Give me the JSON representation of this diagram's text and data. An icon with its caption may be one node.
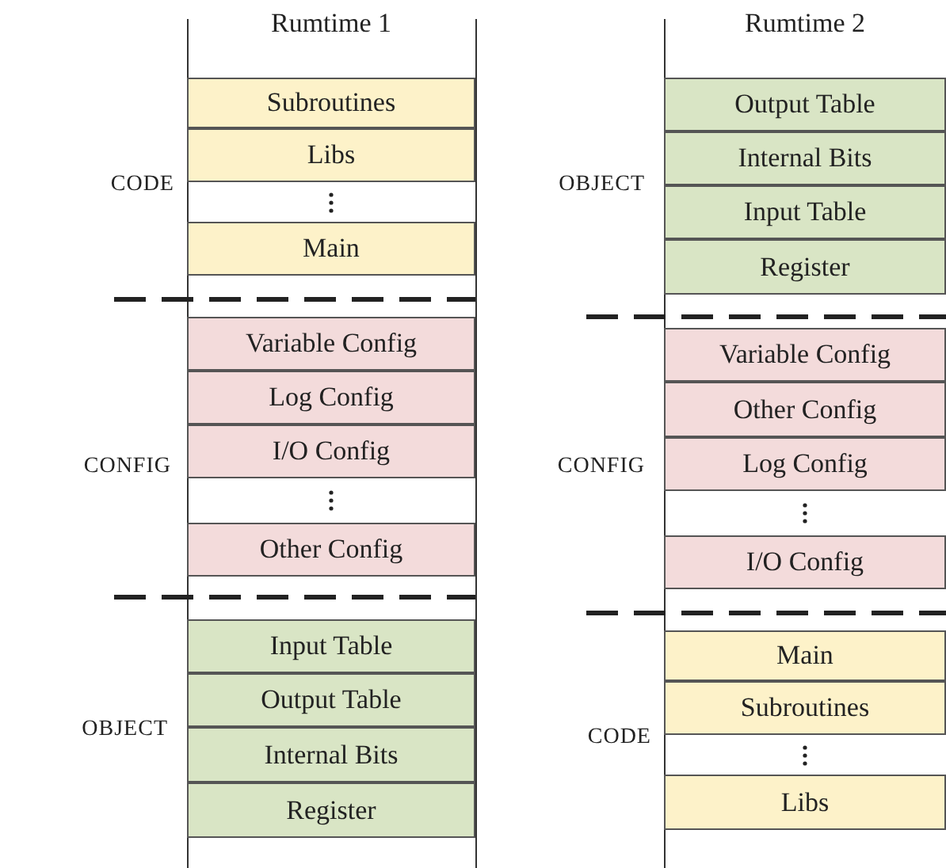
{
  "diagram": {
    "nodes": [
      {
        "text": [
          "Subroutines"
        ]
      },
      {
        "text": [
          "Libs"
        ]
      },
      {
        "text": [
          "Main"
        ]
      },
      {
        "text": [
          "Variable Config"
        ]
      },
      {
        "text": [
          "Log Config"
        ]
      },
      {
        "text": [
          "I/O Config"
        ]
      },
      {
        "text": [
          "Other Config"
        ]
      },
      {
        "text": [
          "Input Table"
        ]
      },
      {
        "text": [
          "Output Table"
        ]
      },
      {
        "text": [
          "Internal Bits"
        ]
      },
      {
        "text": [
          "Register"
        ]
      },
      {
        "text": [
          "Output Table"
        ]
      },
      {
        "text": [
          "Internal Bits"
        ]
      },
      {
        "text": [
          "Input Table"
        ]
      },
      {
        "text": [
          "Register"
        ]
      },
      {
        "text": [
          "Variable Config"
        ]
      },
      {
        "text": [
          "Other Config"
        ]
      },
      {
        "text": [
          "Log Config"
        ]
      },
      {
        "text": [
          "I/O Config"
        ]
      },
      {
        "text": [
          "Main"
        ]
      },
      {
        "text": [
          "Subroutines"
        ]
      },
      {
        "text": [
          "Libs"
        ]
      }
    ],
    "labels": [
      "Rumtime 1",
      "Rumtime 2",
      "CODE",
      "OBJECT",
      "CONFIG",
      "CONFIG",
      "OBJECT",
      "CODE"
    ]
  }
}
